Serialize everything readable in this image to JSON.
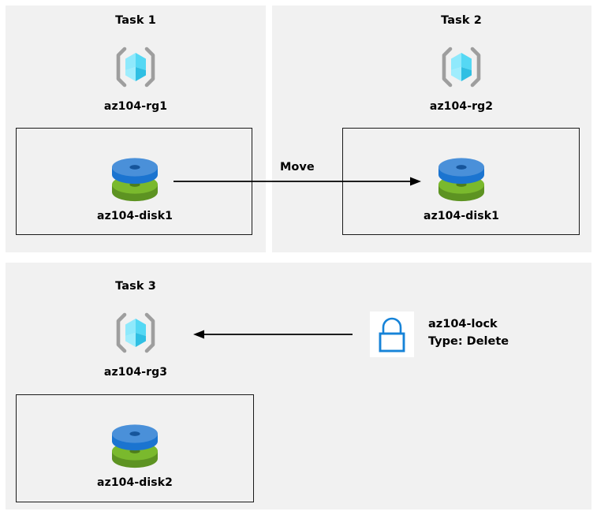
{
  "diagram": {
    "background": "#ffffff",
    "panel_color": "#f1f1f1",
    "stroke_color": "#1a1a1a"
  },
  "tasks": [
    {
      "title": "Task 1",
      "resource_group": {
        "label": "az104-rg1",
        "icon": "resource-group-icon"
      },
      "resource": {
        "label": "az104-disk1",
        "icon": "managed-disk-icon"
      }
    },
    {
      "title": "Task 2",
      "resource_group": {
        "label": "az104-rg2",
        "icon": "resource-group-icon"
      },
      "resource": {
        "label": "az104-disk1",
        "icon": "managed-disk-icon"
      }
    },
    {
      "title": "Task 3",
      "resource_group": {
        "label": "az104-rg3",
        "icon": "resource-group-icon"
      },
      "resource": {
        "label": "az104-disk2",
        "icon": "managed-disk-icon"
      }
    }
  ],
  "connectors": {
    "move": {
      "label": "Move",
      "direction": "right"
    },
    "lock_apply": {
      "label": "",
      "direction": "left"
    }
  },
  "lock": {
    "icon": "padlock-icon",
    "name": "az104-lock",
    "type_line": "Type: Delete",
    "accent": "#1683d8"
  },
  "colors": {
    "rg_cube_light": "#7ee5fb",
    "rg_cube_mid": "#32c9ef",
    "rg_cube_dark": "#28b6dd",
    "rg_bracket": "#9e9e9e",
    "disk_blue_top": "#4a90d9",
    "disk_blue_side": "#1b74d0",
    "disk_green_top": "#7ab92d",
    "disk_green_side": "#5d9322"
  }
}
